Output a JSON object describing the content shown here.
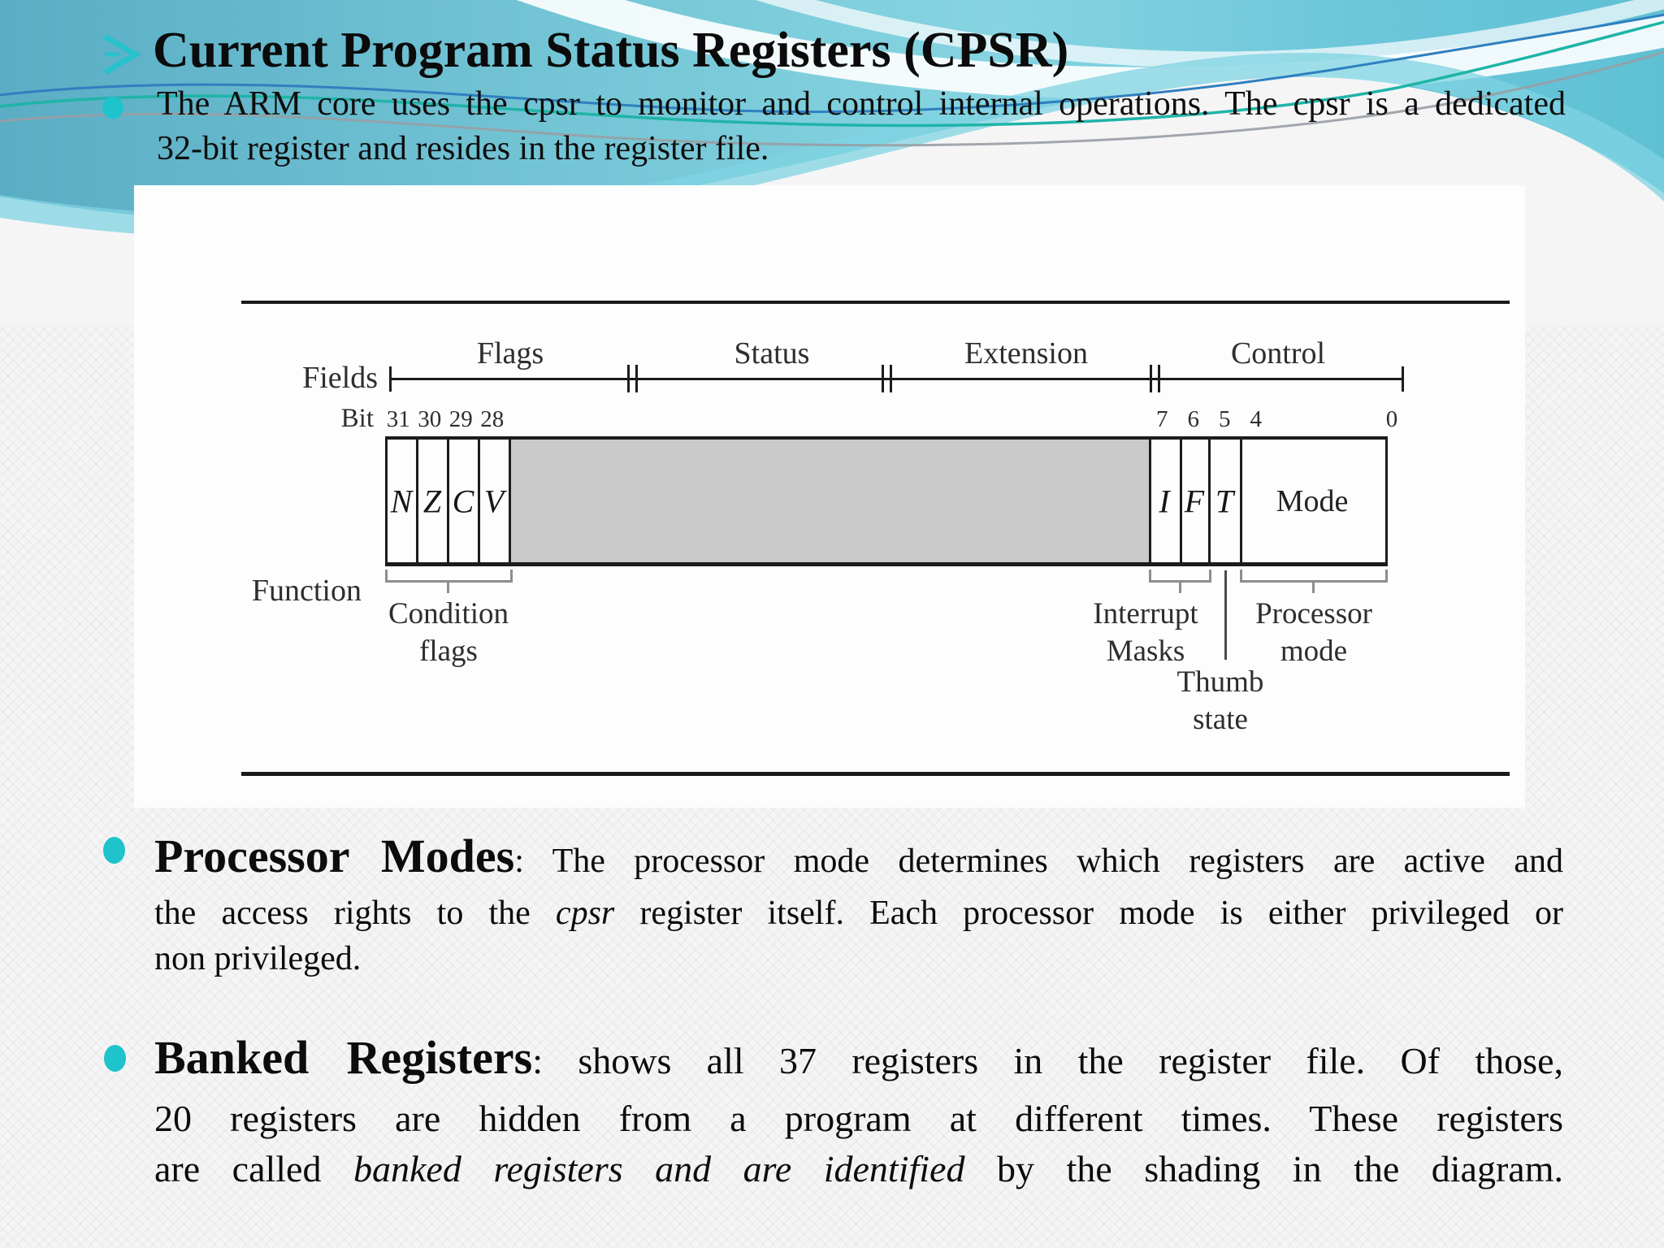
{
  "header": {
    "title": "Current Program Status Registers (CPSR)",
    "intro_lines": [
      "The ARM core uses the cpsr to monitor and control internal operations. The cpsr is a dedicated",
      "32-bit register and resides in the register file."
    ]
  },
  "diagram": {
    "row_labels": {
      "fields": "Fields",
      "bit": "Bit",
      "function": "Function"
    },
    "fields": [
      "Flags",
      "Status",
      "Extension",
      "Control"
    ],
    "bits_left": [
      "31",
      "30",
      "29",
      "28"
    ],
    "bits_right": [
      "7",
      "6",
      "5",
      "4"
    ],
    "bit_zero": "0",
    "flag_bits": [
      "N",
      "Z",
      "C",
      "V"
    ],
    "control_bits": [
      "I",
      "F",
      "T"
    ],
    "mode_label": "Mode",
    "functions": {
      "condition": [
        "Condition",
        "flags"
      ],
      "interrupt": [
        "Interrupt",
        "Masks"
      ],
      "thumb": [
        "Thumb",
        "state"
      ],
      "processor": [
        "Processor",
        "mode"
      ]
    }
  },
  "paragraphs": {
    "processor_modes": {
      "heading": "Processor Modes",
      "lines": [
        [
          {
            "t": "Processor Modes",
            "c": "rh"
          },
          {
            "t": ": The processor mode determines which registers are active and"
          }
        ],
        [
          {
            "t": "the access rights to the "
          },
          {
            "t": "cpsr",
            "c": "it"
          },
          {
            "t": " register itself. Each processor mode is either privileged or"
          }
        ],
        [
          {
            "t": "non privileged."
          }
        ]
      ]
    },
    "banked_registers": {
      "heading": "Banked Registers",
      "lines": [
        [
          {
            "t": "Banked Registers",
            "c": "rh"
          },
          {
            "t": ": shows all 37 registers in the register file. Of those,"
          }
        ],
        [
          {
            "t": "20 registers are hidden from a program at different times. These registers"
          }
        ],
        [
          {
            "t": "are called "
          },
          {
            "t": "banked registers and are identified",
            "c": "it"
          },
          {
            "t": " by the shading in the diagram."
          }
        ]
      ]
    }
  },
  "colors": {
    "accent_teal": "#1ec3cb",
    "wave_teal_dark": "#5aadc4",
    "wave_teal_light": "#8fd9e4",
    "wave_ribbon": "#7fd3e2",
    "curve_blue": "#2f7fc0",
    "curve_green": "#1fb4a8",
    "curve_gray": "#989ea5",
    "diagram_shaded": "#cacaca",
    "background": "#f6f5f6"
  }
}
